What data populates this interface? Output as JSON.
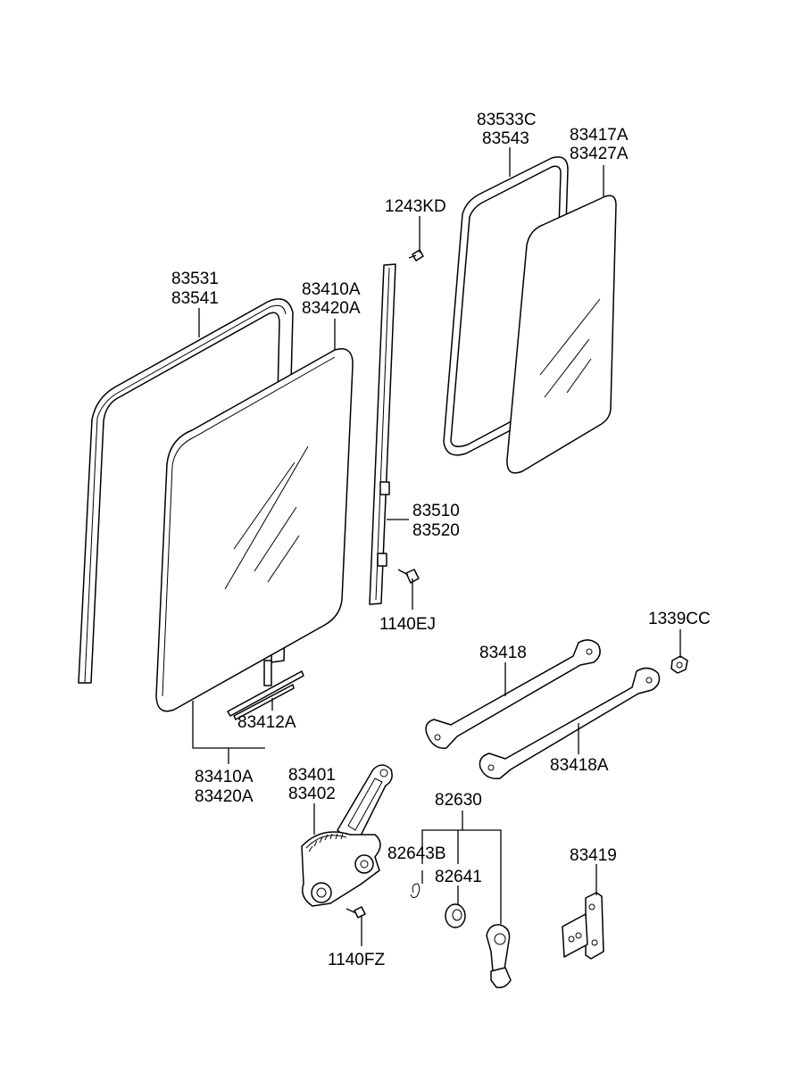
{
  "labels": {
    "l83533c": "83533C",
    "l83543": "83543",
    "l83417a": "83417A",
    "l83427a": "83427A",
    "l1243kd": "1243KD",
    "l83531": "83531",
    "l83541": "83541",
    "l83410a_top": "83410A",
    "l83420a_top": "83420A",
    "l83510": "83510",
    "l83520": "83520",
    "l1140ej": "1140EJ",
    "l1339cc": "1339CC",
    "l83418": "83418",
    "l83412a": "83412A",
    "l83418a": "83418A",
    "l83410a_bot": "83410A",
    "l83420a_bot": "83420A",
    "l83401": "83401",
    "l83402": "83402",
    "l82630": "82630",
    "l82643b": "82643B",
    "l82641": "82641",
    "l83419": "83419",
    "l1140fz": "1140FZ"
  }
}
